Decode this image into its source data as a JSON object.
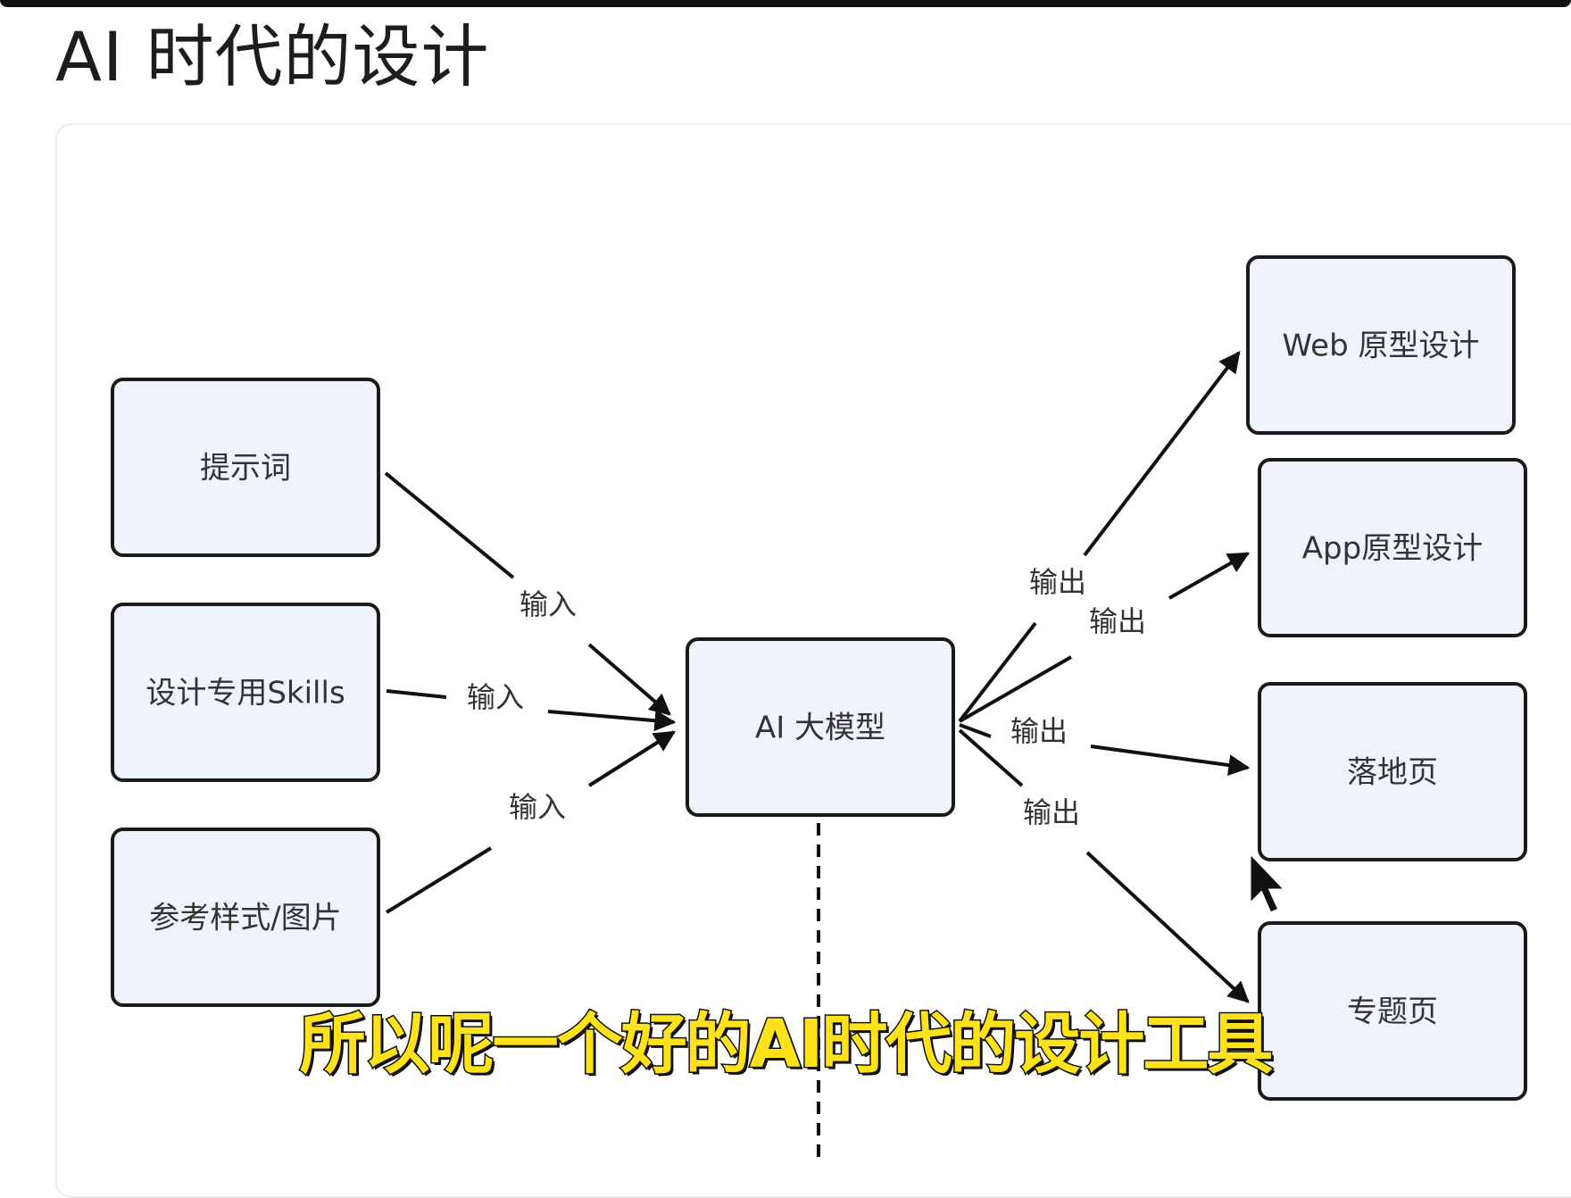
{
  "page": {
    "title": "AI 时代的设计"
  },
  "diagram": {
    "inputs": [
      {
        "id": "prompt",
        "label": "提示词"
      },
      {
        "id": "skills",
        "label": "设计专用Skills"
      },
      {
        "id": "reference",
        "label": "参考样式/图片"
      }
    ],
    "center": {
      "id": "ai-model",
      "label": "AI 大模型"
    },
    "outputs": [
      {
        "id": "web-prototype",
        "label": "Web 原型设计"
      },
      {
        "id": "app-prototype",
        "label": "App原型设计"
      },
      {
        "id": "landing-page",
        "label": "落地页"
      },
      {
        "id": "topic-page",
        "label": "专题页"
      }
    ],
    "edge_labels": {
      "input_1": "输入",
      "input_2": "输入",
      "input_3": "输入",
      "output_1": "输出",
      "output_2": "输出",
      "output_3": "输出",
      "output_4": "输出"
    }
  },
  "caption": {
    "text": "所以呢一个好的AI时代的设计工具"
  },
  "colors": {
    "node_fill": "#eff3fc",
    "node_stroke": "#1a1a1a",
    "caption_fill": "#ffe21a",
    "caption_stroke": "#111111"
  }
}
